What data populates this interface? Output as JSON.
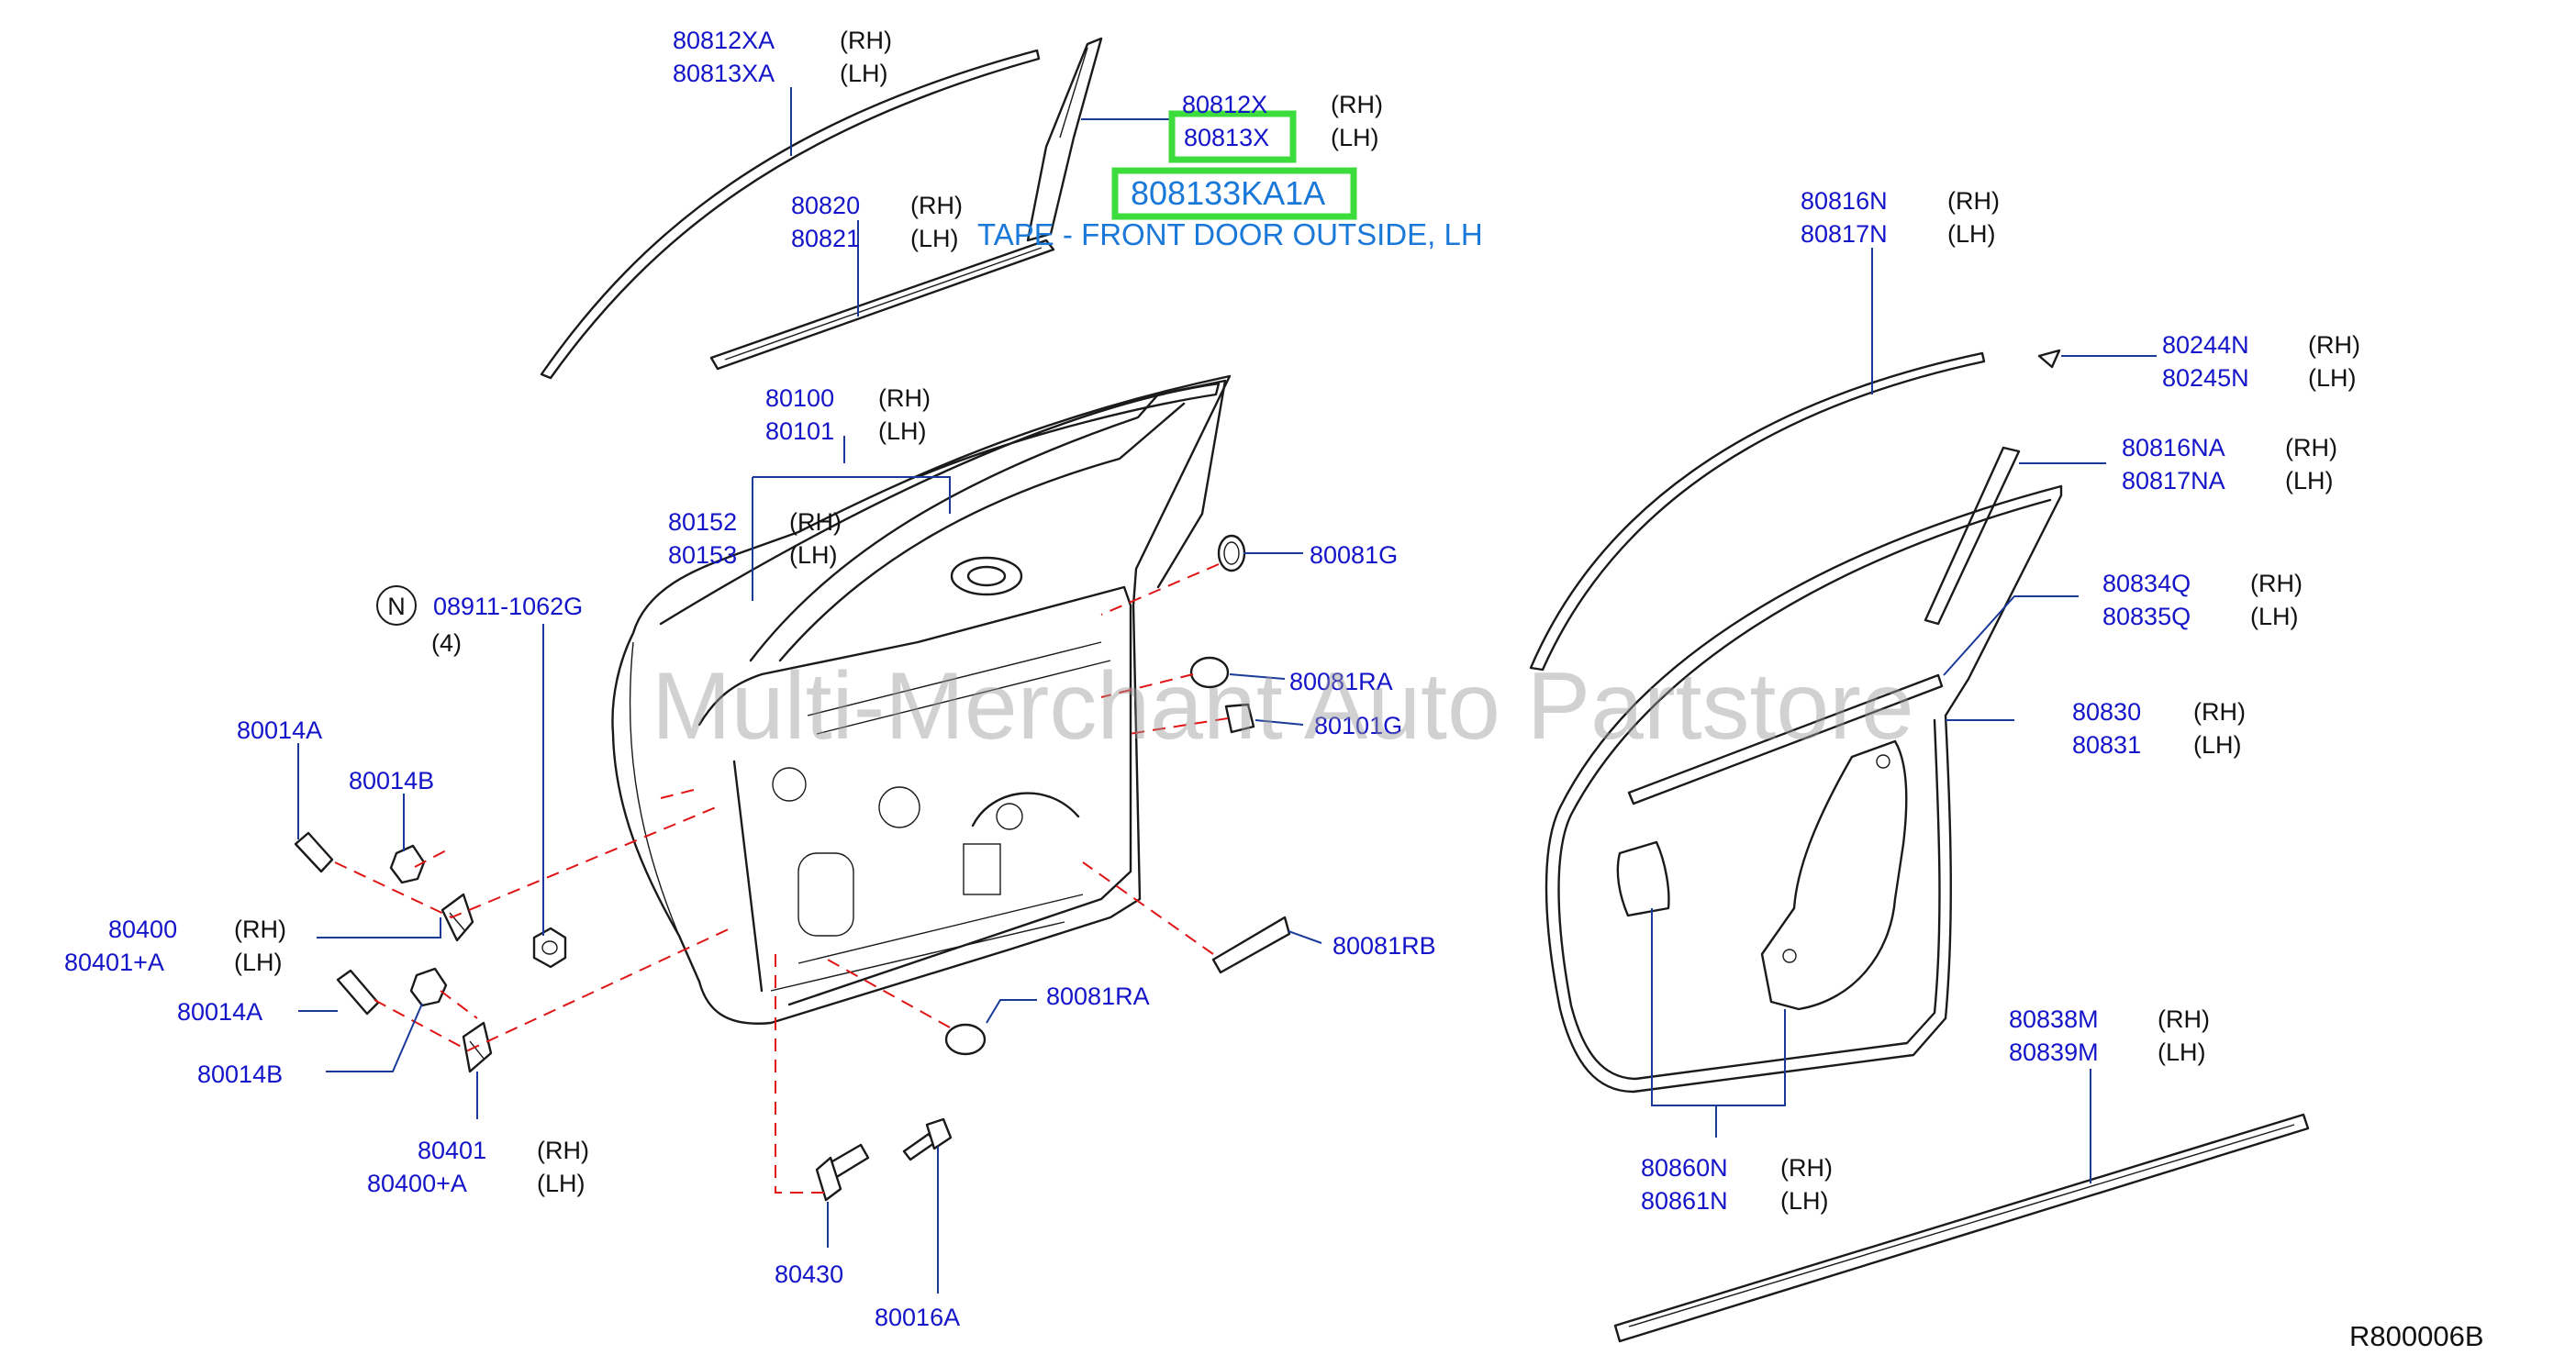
{
  "diagram": {
    "watermark": "Multi-Merchant Auto Partstore",
    "highlight": {
      "part_number": "808133KA1A",
      "description": "TAPE - FRONT DOOR OUTSIDE, LH"
    },
    "ref_code": "R800006B",
    "notes": {
      "circle_n": "N",
      "qty": "(4)"
    },
    "callouts": [
      {
        "id": "80812xa",
        "pn": "80812XA",
        "side": "(RH)"
      },
      {
        "id": "80813xa",
        "pn": "80813XA",
        "side": "(LH)"
      },
      {
        "id": "80812x",
        "pn": "80812X",
        "side": "(RH)"
      },
      {
        "id": "80813x",
        "pn": "80813X",
        "side": "(LH)"
      },
      {
        "id": "80820",
        "pn": "80820",
        "side": "(RH)"
      },
      {
        "id": "80821",
        "pn": "80821",
        "side": "(LH)"
      },
      {
        "id": "80100",
        "pn": "80100",
        "side": "(RH)"
      },
      {
        "id": "80101",
        "pn": "80101",
        "side": "(LH)"
      },
      {
        "id": "80152",
        "pn": "80152",
        "side": "(RH)"
      },
      {
        "id": "80153",
        "pn": "80153",
        "side": "(LH)"
      },
      {
        "id": "08911",
        "pn": "08911-1062G",
        "side": ""
      },
      {
        "id": "80081g",
        "pn": "80081G",
        "side": ""
      },
      {
        "id": "80081ra-top",
        "pn": "80081RA",
        "side": ""
      },
      {
        "id": "80101g",
        "pn": "80101G",
        "side": ""
      },
      {
        "id": "80014a-top",
        "pn": "80014A",
        "side": ""
      },
      {
        "id": "80014b-top",
        "pn": "80014B",
        "side": ""
      },
      {
        "id": "80400",
        "pn": "80400",
        "side": "(RH)"
      },
      {
        "id": "80401a",
        "pn": "80401+A",
        "side": "(LH)"
      },
      {
        "id": "80014a-bot",
        "pn": "80014A",
        "side": ""
      },
      {
        "id": "80014b-bot",
        "pn": "80014B",
        "side": ""
      },
      {
        "id": "80401",
        "pn": "80401",
        "side": "(RH)"
      },
      {
        "id": "80400a",
        "pn": "80400+A",
        "side": "(LH)"
      },
      {
        "id": "80081rb",
        "pn": "80081RB",
        "side": ""
      },
      {
        "id": "80081ra-bot",
        "pn": "80081RA",
        "side": ""
      },
      {
        "id": "80430",
        "pn": "80430",
        "side": ""
      },
      {
        "id": "80016a",
        "pn": "80016A",
        "side": ""
      },
      {
        "id": "80816n",
        "pn": "80816N",
        "side": "(RH)"
      },
      {
        "id": "80817n",
        "pn": "80817N",
        "side": "(LH)"
      },
      {
        "id": "80244n",
        "pn": "80244N",
        "side": "(RH)"
      },
      {
        "id": "80245n",
        "pn": "80245N",
        "side": "(LH)"
      },
      {
        "id": "80816na",
        "pn": "80816NA",
        "side": "(RH)"
      },
      {
        "id": "80817na",
        "pn": "80817NA",
        "side": "(LH)"
      },
      {
        "id": "80834q",
        "pn": "80834Q",
        "side": "(RH)"
      },
      {
        "id": "80835q",
        "pn": "80835Q",
        "side": "(LH)"
      },
      {
        "id": "80830",
        "pn": "80830",
        "side": "(RH)"
      },
      {
        "id": "80831",
        "pn": "80831",
        "side": "(LH)"
      },
      {
        "id": "80838m",
        "pn": "80838M",
        "side": "(RH)"
      },
      {
        "id": "80839m",
        "pn": "80839M",
        "side": "(LH)"
      },
      {
        "id": "80860n",
        "pn": "80860N",
        "side": "(RH)"
      },
      {
        "id": "80861n",
        "pn": "80861N",
        "side": "(LH)"
      }
    ]
  }
}
